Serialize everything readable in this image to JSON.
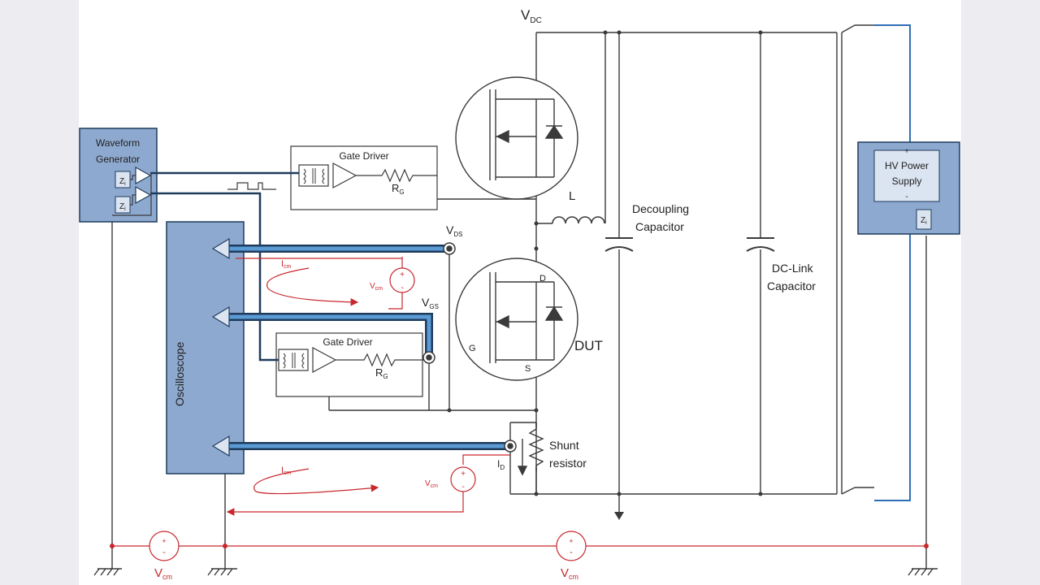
{
  "labels": {
    "vdc": "V",
    "vdc_sub": "DC",
    "waveform_generator_line1": "Waveform",
    "waveform_generator_line2": "Generator",
    "zi": "Z",
    "zi_sub": "i",
    "gate_driver_top": "Gate Driver",
    "gate_driver_bottom": "Gate Driver",
    "rg": "R",
    "rg_sub": "G",
    "inductor": "L",
    "decoupling_line1": "Decoupling",
    "decoupling_line2": "Capacitor",
    "dclink_line1": "DC-Link",
    "dclink_line2": "Capacitor",
    "hv_line1": "HV Power",
    "hv_line2": "Supply",
    "hv_plus": "+",
    "hv_minus": "-",
    "oscilloscope": "Oscilloscope",
    "vds": "V",
    "vds_sub": "DS",
    "vgs": "V",
    "vgs_sub": "GS",
    "icm": "I",
    "icm_sub": "cm",
    "vcm": "V",
    "vcm_sub": "cm",
    "plus": "+",
    "minus": "-",
    "dut": "DUT",
    "pin_d": "D",
    "pin_g": "G",
    "pin_s": "S",
    "shunt_line1": "Shunt",
    "shunt_line2": "resistor",
    "id": "I",
    "id_sub": "D"
  },
  "colors": {
    "wire": "#3a3a3a",
    "navy": "#1f3b5c",
    "blue": "#2f6fb6",
    "red": "#c8282d",
    "box_fill": "#8ea9cf"
  }
}
